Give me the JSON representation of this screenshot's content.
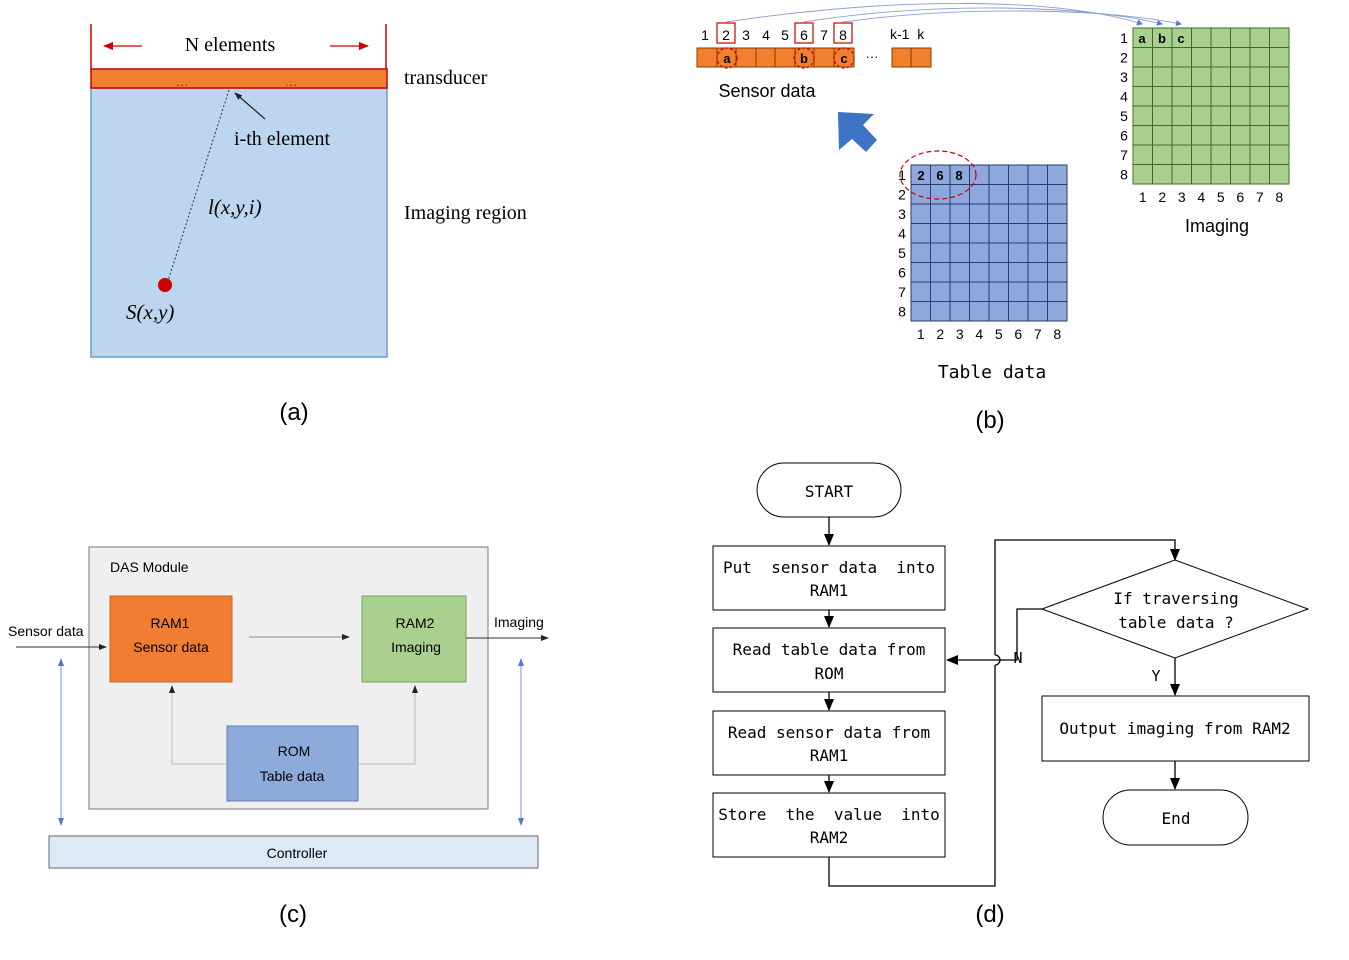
{
  "colors": {
    "transducer": "#f0802e",
    "imaging_region": "#bcd6ef",
    "region_border": "#6f9bd1",
    "red": "#cc0000",
    "table_blue": "#8ea7dd",
    "imaging_green": "#a9d08e",
    "ram1_orange": "#f07d31",
    "ram2_green": "#a9d08e",
    "rom_blue": "#8eaadb",
    "das_bg": "#efefef",
    "controller_bg": "#dde9f6",
    "arrow_blue": "#3e72c4"
  },
  "panel_a": {
    "n_elements": "N elements",
    "transducer": "transducer",
    "ith_element": "i-th element",
    "distance": "l(x,y,i)",
    "imaging_region": "Imaging region",
    "source": "S(x,y)",
    "dots_left": "…",
    "dots_right": "…",
    "caption": "(a)"
  },
  "panel_b": {
    "sensor_indices": [
      "1",
      "2",
      "3",
      "4",
      "5",
      "6",
      "7",
      "8"
    ],
    "sensor_tail_indices": "k-1  k",
    "ellipsis": "···",
    "selected_cells": [
      "a",
      "b",
      "c"
    ],
    "sensor_data_label": "Sensor data",
    "table_first_row": [
      "2",
      "6",
      "8"
    ],
    "grid_row_labels": [
      "1",
      "2",
      "3",
      "4",
      "5",
      "6",
      "7",
      "8"
    ],
    "grid_col_labels": [
      "1",
      "2",
      "3",
      "4",
      "5",
      "6",
      "7",
      "8"
    ],
    "table_label": "Table data",
    "imaging_first_row": [
      "a",
      "b",
      "c"
    ],
    "imaging_label": "Imaging",
    "caption": "(b)"
  },
  "panel_c": {
    "das_module": "DAS Module",
    "ram1_title": "RAM1",
    "ram1_sub": "Sensor data",
    "ram2_title": "RAM2",
    "ram2_sub": "Imaging",
    "rom_title": "ROM",
    "rom_sub": "Table data",
    "input_label": "Sensor data",
    "output_label": "Imaging",
    "controller": "Controller",
    "caption": "(c)"
  },
  "panel_d": {
    "start": "START",
    "step1_l1": "Put  sensor data  into",
    "step1_l2": "RAM1",
    "step2_l1": "Read table data from",
    "step2_l2": "ROM",
    "step3_l1": "Read sensor data from",
    "step3_l2": "RAM1",
    "step4_l1": "Store  the  value  into",
    "step4_l2": "RAM2",
    "decision_l1": "If traversing",
    "decision_l2": "table data ?",
    "no_label": "N",
    "yes_label": "Y",
    "output": "Output imaging from RAM2",
    "end": "End",
    "caption": "(d)"
  }
}
